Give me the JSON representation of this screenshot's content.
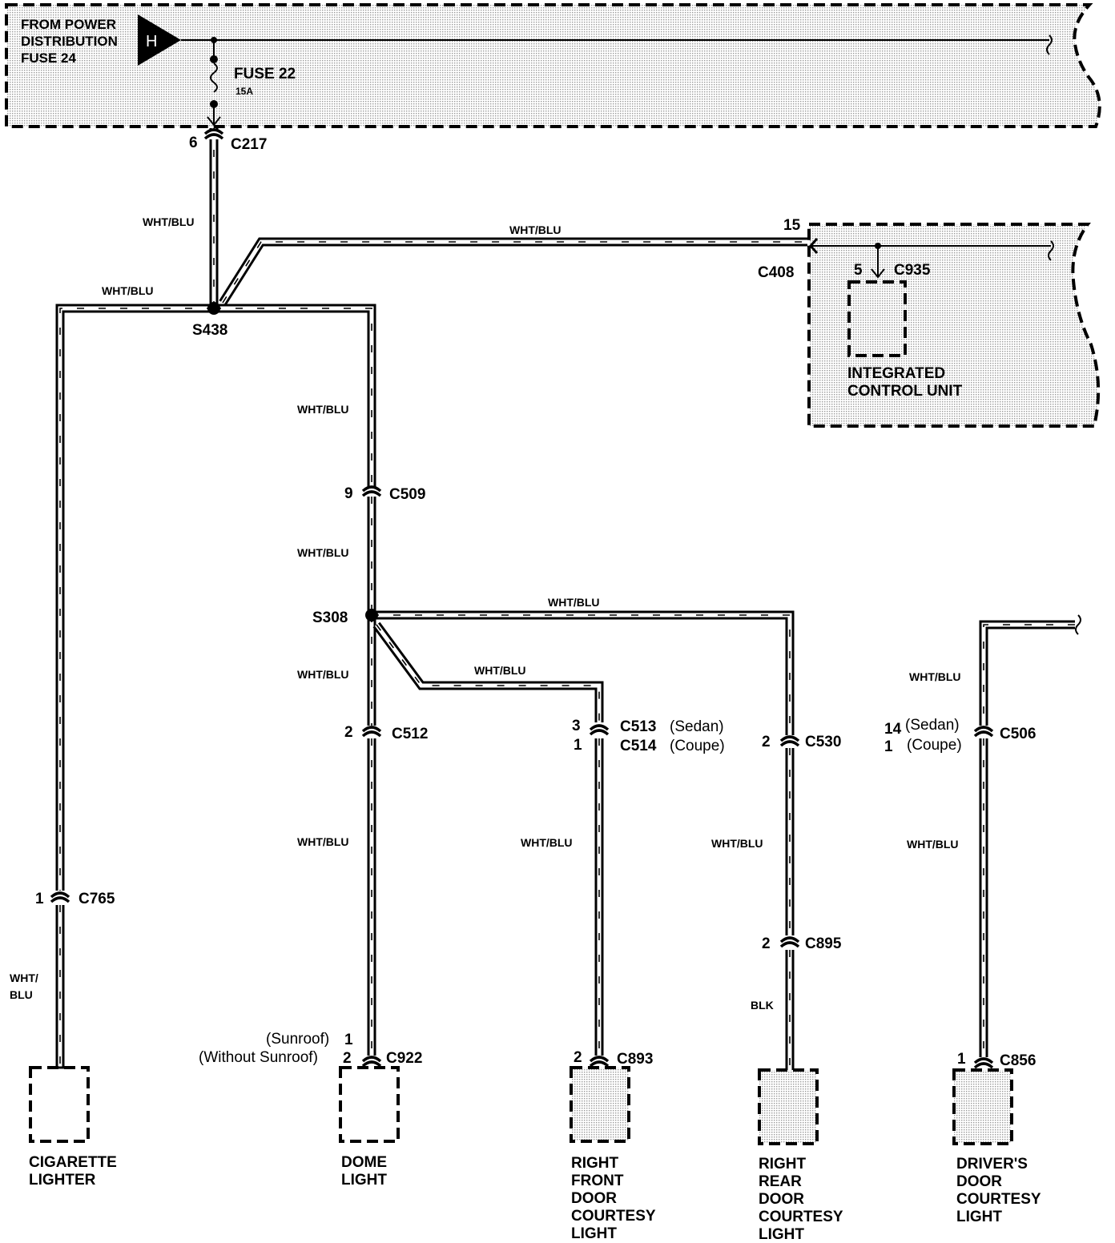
{
  "power_box": {
    "source": [
      "FROM POWER",
      "DISTRIBUTION",
      "FUSE 24"
    ],
    "terminal": "H",
    "fuse": "FUSE 22",
    "fuse_rating": "15A"
  },
  "connectors": {
    "c217": {
      "pin": "6",
      "name": "C217"
    },
    "c408": {
      "pin": "15",
      "name": "C408"
    },
    "c935": {
      "pin": "5",
      "name": "C935"
    },
    "c509": {
      "pin": "9",
      "name": "C509"
    },
    "c512": {
      "pin": "2",
      "name": "C512"
    },
    "c513": {
      "pin": "3",
      "name": "C513",
      "variant": "(Sedan)"
    },
    "c514": {
      "pin": "1",
      "name": "C514",
      "variant": "(Coupe)"
    },
    "c530": {
      "pin": "2",
      "name": "C530"
    },
    "c895": {
      "pin": "2",
      "name": "C895"
    },
    "c506": {
      "pin_a": "14",
      "variant_a": "(Sedan)",
      "pin_b": "1",
      "variant_b": "(Coupe)",
      "name": "C506"
    },
    "c765": {
      "pin": "1",
      "name": "C765"
    },
    "c922": {
      "pin_a": "1",
      "variant_a": "(Sunroof)",
      "pin_b": "2",
      "variant_b": "(Without Sunroof)",
      "name": "C922"
    },
    "c893": {
      "pin": "2",
      "name": "C893"
    },
    "c856": {
      "pin": "1",
      "name": "C856"
    }
  },
  "splices": {
    "s438": "S438",
    "s308": "S308"
  },
  "wires": {
    "wht_blu": "WHT/BLU",
    "wht": "WHT/",
    "blu": "BLU",
    "blk": "BLK"
  },
  "components": {
    "icu": [
      "INTEGRATED",
      "CONTROL UNIT"
    ],
    "cigarette": [
      "CIGARETTE",
      "LIGHTER"
    ],
    "dome": [
      "DOME",
      "LIGHT"
    ],
    "right_front": [
      "RIGHT",
      "FRONT",
      "DOOR",
      "COURTESY",
      "LIGHT"
    ],
    "right_rear": [
      "RIGHT",
      "REAR",
      "DOOR",
      "COURTESY",
      "LIGHT"
    ],
    "drivers": [
      "DRIVER'S",
      "DOOR",
      "COURTESY",
      "LIGHT"
    ]
  }
}
